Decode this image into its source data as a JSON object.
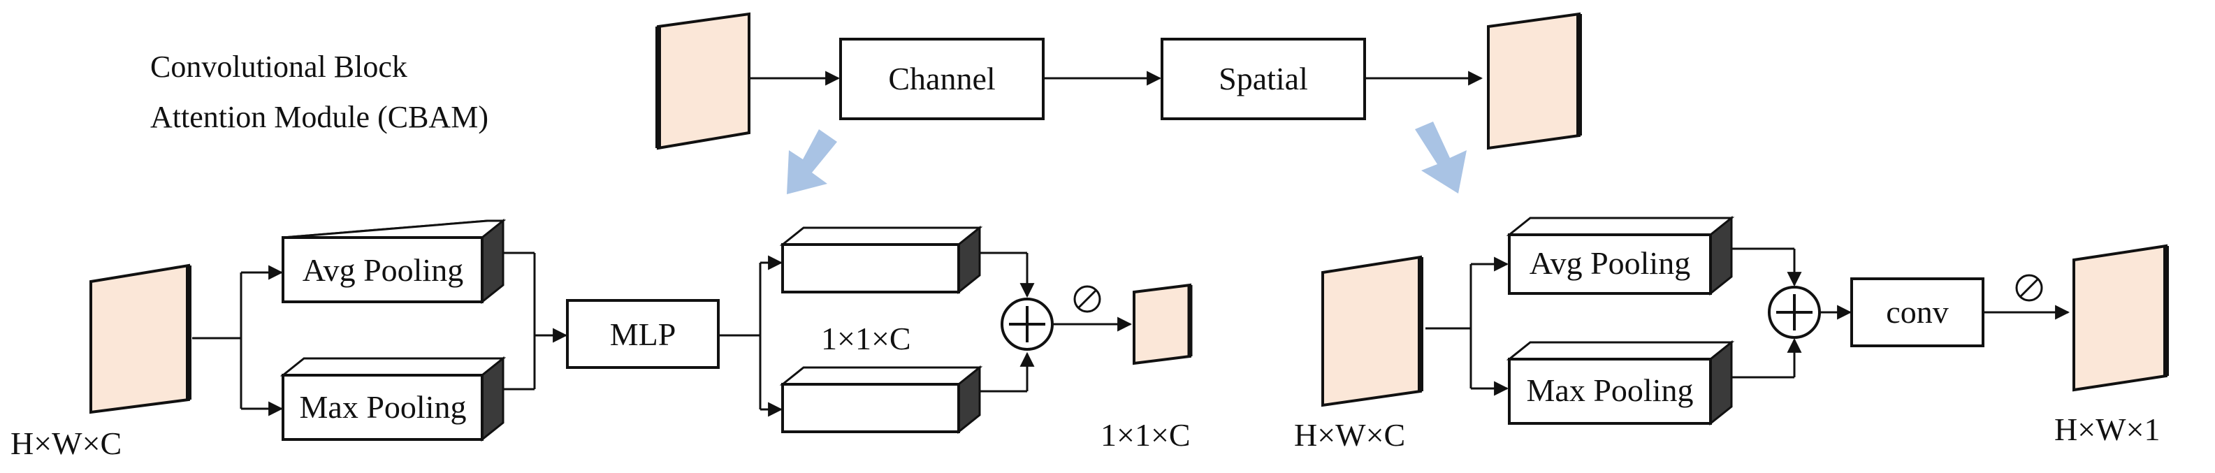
{
  "title_lines": [
    "Convolutional Block",
    "Attention Module (CBAM)"
  ],
  "top": {
    "channel": "Channel",
    "spatial": "Spatial"
  },
  "channel_module": {
    "input_dim": "H×W×C",
    "avg_pool": "Avg Pooling",
    "max_pool": "Max Pooling",
    "mlp": "MLP",
    "mid_dim": "1×1×C",
    "out_dim": "1×1×C"
  },
  "spatial_module": {
    "input_dim": "H×W×C",
    "avg_pool": "Avg Pooling",
    "max_pool": "Max Pooling",
    "conv": "conv",
    "out_dim": "H×W×1"
  }
}
